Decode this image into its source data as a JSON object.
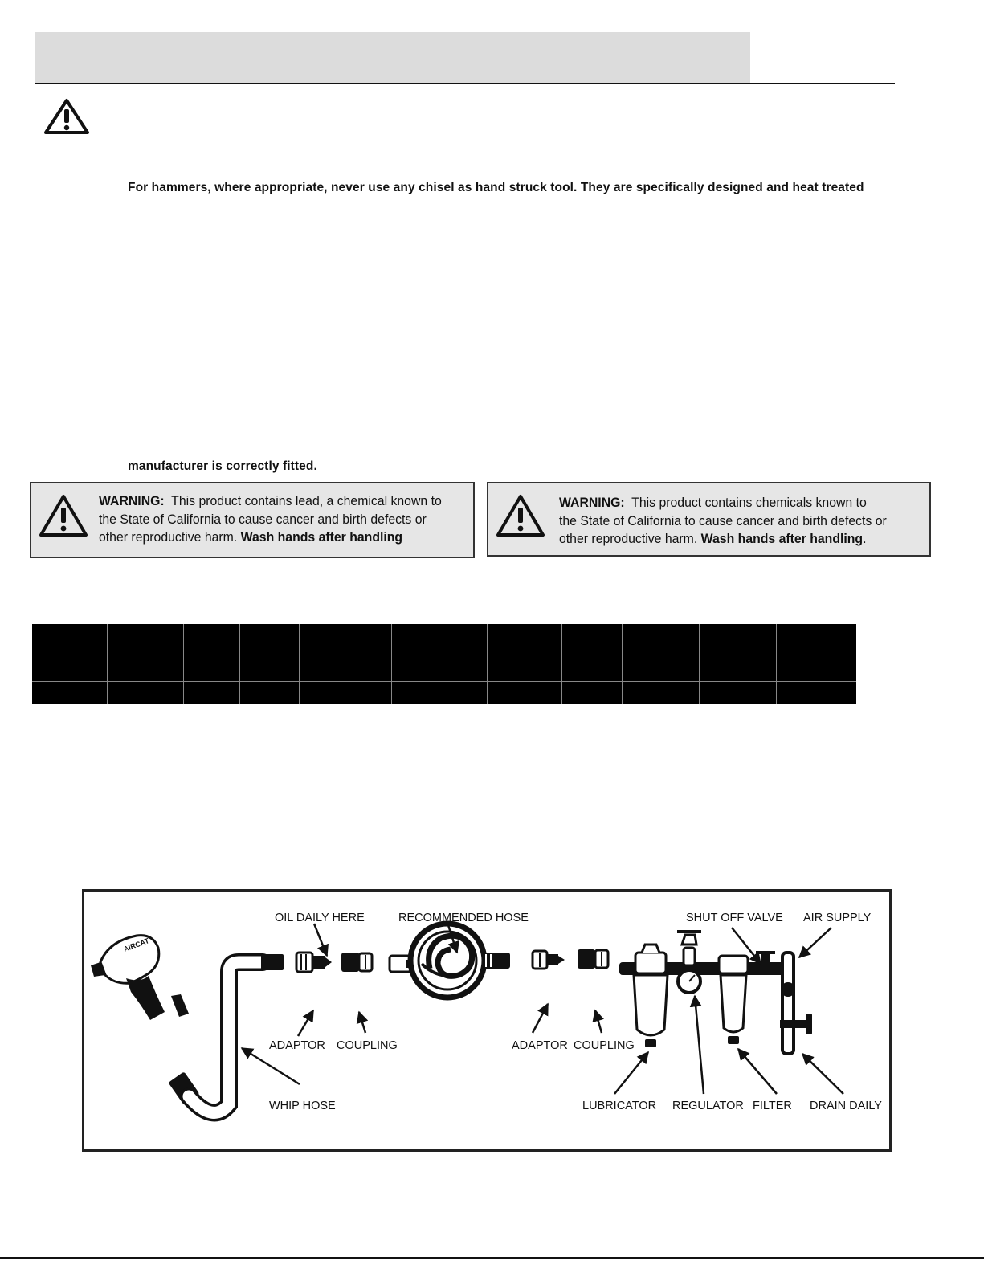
{
  "body_text": {
    "hammer_line": "For hammers, where appropriate, never use any chisel as hand struck tool. They are specifically designed and heat treated",
    "fitted_line": "manufacturer is correctly fitted."
  },
  "warnings": [
    {
      "label": "WARNING:",
      "line1": "This product contains lead, a chemical known to",
      "line2": "the State of California to cause cancer and birth defects or",
      "line3": "other reproductive harm.",
      "emphasis": "Wash hands after handling",
      "end": ""
    },
    {
      "label": "WARNING:",
      "line1": "This product contains chemicals known to",
      "line2": "the State of California to cause cancer and birth defects or",
      "line3": "other reproductive harm.",
      "emphasis": "Wash hands after handling",
      "end": "."
    }
  ],
  "diagram": {
    "labels": {
      "oil_daily_here": "OIL DAILY HERE",
      "recommended_hose": "RECOMMENDED HOSE",
      "shut_off_valve": "SHUT OFF VALVE",
      "air_supply": "AIR SUPPLY",
      "adaptor_1": "ADAPTOR",
      "coupling_1": "COUPLING",
      "adaptor_2": "ADAPTOR",
      "coupling_2": "COUPLING",
      "whip_hose": "WHIP HOSE",
      "lubricator": "LUBRICATOR",
      "regulator": "REGULATOR",
      "filter": "FILTER",
      "drain_daily": "DRAIN DAILY"
    },
    "tool_logo_text": "AIRCAT"
  },
  "colors": {
    "band": "#dcdcdc",
    "box": "#e6e6e6",
    "ink": "#111111"
  }
}
